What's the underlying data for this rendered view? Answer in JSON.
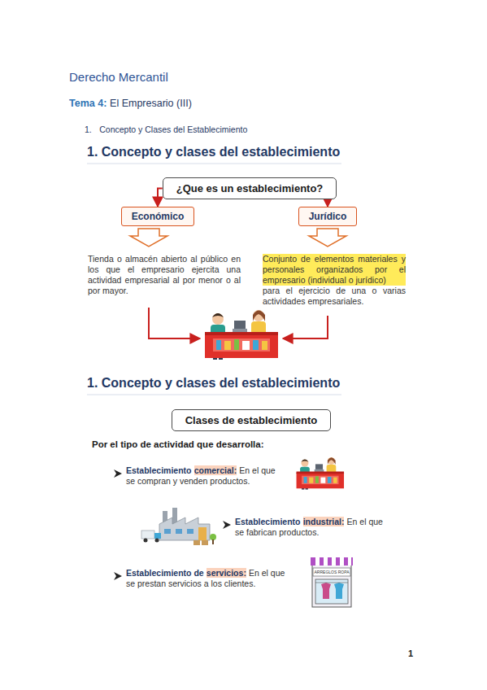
{
  "diagram": {
    "nodes": [
      {
        "text": [
          "¿Que es un establecimiento?"
        ]
      },
      {
        "text": [
          "Económico"
        ]
      },
      {
        "text": [
          "Jurídico"
        ]
      },
      {
        "text": [
          "Clases de establecimiento"
        ]
      }
    ],
    "edges": [
      {
        "from": 0,
        "to": 1,
        "arrow": "to"
      },
      {
        "from": 0,
        "to": 2,
        "arrow": "to"
      }
    ],
    "labels": [
      "Derecho Mercantil",
      "Tema 4:",
      "El Empresario (III)",
      "1.",
      "Concepto y Clases del Establecimiento",
      "1. Concepto y clases del establecimiento",
      "Tienda o almacén abierto al público en los que el empresario ejercita una actividad empresarial al por menor o al por mayor.",
      "Conjunto de elementos materiales y personales organizados por el empresario (individual o jurídico)",
      "para el ejercicio de una o varias actividades empresariales.",
      "1. Concepto y clases del establecimiento",
      "Por el tipo de actividad que desarrolla:",
      "Establecimiento",
      "comercial:",
      "En el que se compran y venden productos.",
      "Establecimiento",
      "industrial:",
      "En el que se fabrican productos.",
      "Establecimiento de",
      "servicios:",
      "En el que se prestan servicios a los clientes.",
      "ARREGLOS ROPA",
      "1"
    ]
  }
}
